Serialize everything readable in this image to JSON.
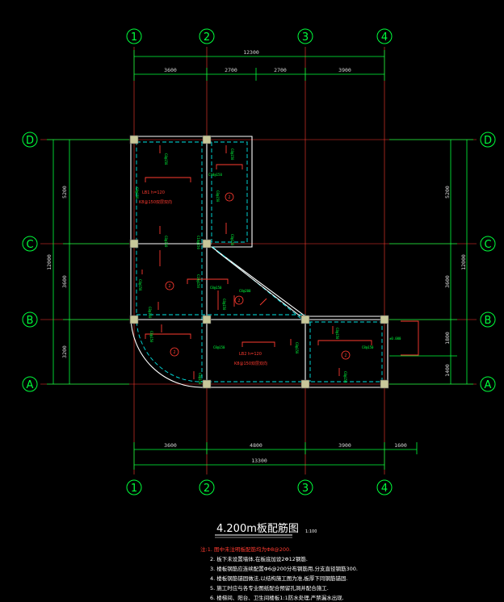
{
  "grid": {
    "cols": [
      "1",
      "2",
      "3",
      "4"
    ],
    "rows": [
      "D",
      "C",
      "B",
      "A"
    ]
  },
  "dims": {
    "top_total": "12300",
    "top_segments": [
      "3600",
      "2700",
      "2700",
      "3900"
    ],
    "bottom_segments": [
      "3600",
      "4800",
      "3900",
      "1600"
    ],
    "bottom_total": "13300",
    "left_total": "12000",
    "left_segments": [
      "5200",
      "3600",
      "3200"
    ],
    "right_total": "12000",
    "right_segments": [
      "5200",
      "3600",
      "1800",
      "1400"
    ]
  },
  "labels": {
    "slab1_line1": "LB1 h=120",
    "slab1_line2": "K8@150双层双向",
    "slab2_line1": "LB2 h=120",
    "slab2_line2": "K8@150双层双向",
    "slab_tag": "2",
    "rebar_a": "C8@150",
    "rebar_b": "C10@150",
    "rebar_c": "C8@200",
    "side_note": "±0.000"
  },
  "title": {
    "text": "4.200m板配筋图",
    "scale": "1:100"
  },
  "notes": [
    "注:1. 图中未注明板配筋均为Φ8@200.",
    "2. 板下未设置墙体,在板底加设2Φ12钢筋.",
    "3. 楼板钢筋应连续配置Φ6@200分布钢筋用,分支直径钢筋300.",
    "4. 楼板钢筋锚固做法,以结构施工图为准,板厚下同钢筋锚固.",
    "5. 施工时应与各专业图纸配合预留孔洞并配合施工.",
    "6. 楼梯间、阳台、卫生间楼板1:1防水处理,严禁漏水出现."
  ],
  "colors": {
    "grid": "#ff3b30",
    "dimension": "#00ff3c",
    "beam": "#ffffff",
    "beam_inner": "#00e5e5",
    "column": "#c8c89a",
    "rebar": "#ff3b30",
    "note_red": "#ff3b30",
    "note_white": "#ffffff"
  }
}
